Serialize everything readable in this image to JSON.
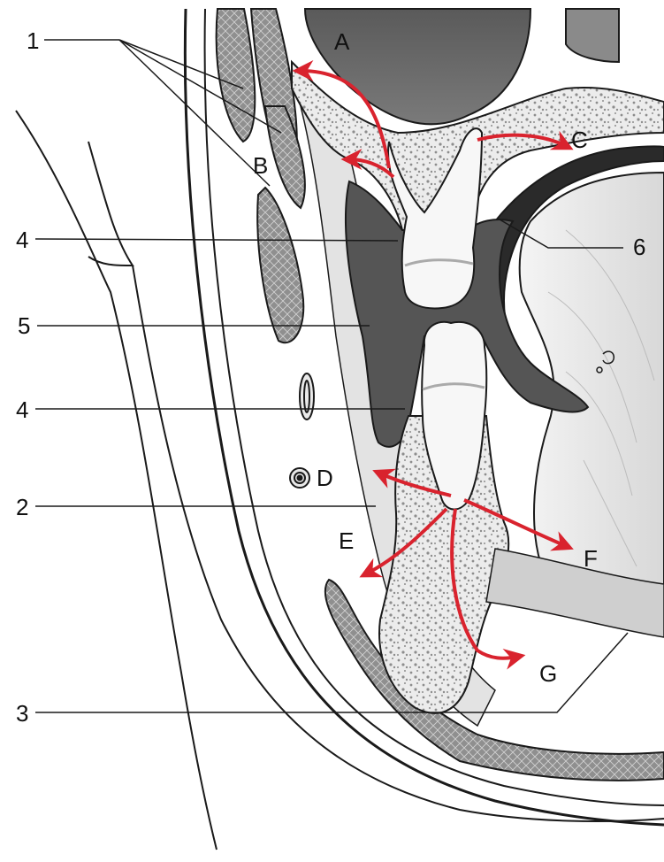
{
  "labels": {
    "n1": "1",
    "n2": "2",
    "n3": "3",
    "n4_upper": "4",
    "n4_lower": "4",
    "n5": "5",
    "n6": "6",
    "A": "A",
    "B": "B",
    "C": "C",
    "D": "D",
    "E": "E",
    "F": "F",
    "G": "G"
  },
  "colors": {
    "arrow": "#d9232e",
    "outline": "#1a1a1a",
    "bone": "#e9e9e9",
    "bone_dots": "#9a9a9a",
    "dark_space": "#555555",
    "maxillary_sinus": "#6b6b6b",
    "muscle": "#8c8c8c",
    "soft_tissue": "#d9d9d9",
    "tongue": "#eeeeee"
  }
}
